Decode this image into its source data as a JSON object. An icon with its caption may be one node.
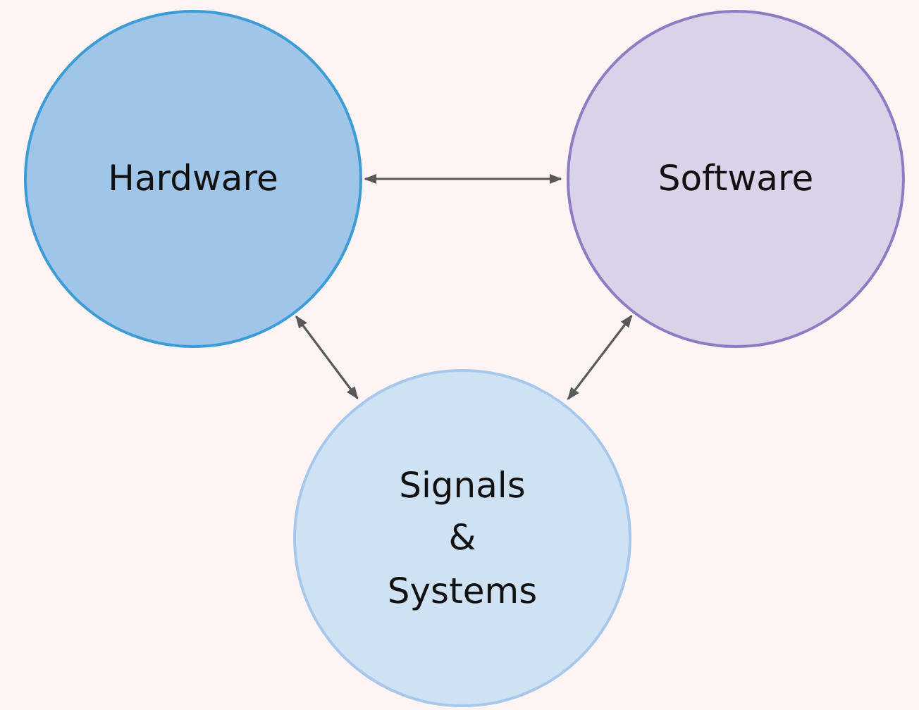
{
  "diagram": {
    "nodes": [
      {
        "text": [
          "Hardware"
        ]
      },
      {
        "text": [
          "Software"
        ]
      },
      {
        "text": [
          "Signals & Systems"
        ]
      }
    ],
    "edges": [
      {
        "from": 0,
        "to": 1,
        "arrow": "both"
      },
      {
        "from": 0,
        "to": 2,
        "arrow": "both"
      },
      {
        "from": 1,
        "to": 2,
        "arrow": "both"
      }
    ]
  }
}
